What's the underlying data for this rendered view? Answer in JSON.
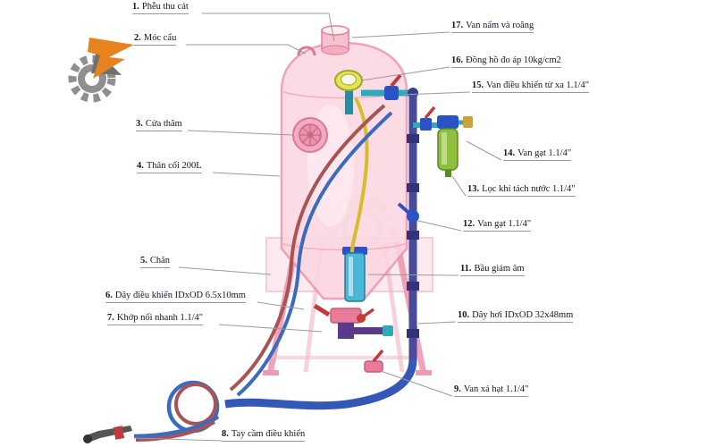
{
  "diagram": {
    "title": "Sandblasting machine parts diagram",
    "labels": [
      {
        "num": "1.",
        "text": "Phễu thu cát"
      },
      {
        "num": "2.",
        "text": "Móc cẩu"
      },
      {
        "num": "3.",
        "text": "Cửa thăm"
      },
      {
        "num": "4.",
        "text": "Thân cối 200L"
      },
      {
        "num": "5.",
        "text": "Chân"
      },
      {
        "num": "6.",
        "text": "Dây điều khiển IDxOD 6.5x10mm"
      },
      {
        "num": "7.",
        "text": "Khớp nối nhanh 1.1/4\""
      },
      {
        "num": "8.",
        "text": "Tay cầm điều khiển"
      },
      {
        "num": "9.",
        "text": "Van xả hạt 1.1/4\""
      },
      {
        "num": "10.",
        "text": "Dây hơi IDxOD 32x48mm"
      },
      {
        "num": "11.",
        "text": "Bầu giảm âm"
      },
      {
        "num": "12.",
        "text": "Van gạt 1.1/4\""
      },
      {
        "num": "13.",
        "text": "Lọc khí tách nước 1.1/4\""
      },
      {
        "num": "14.",
        "text": "Van gạt 1.1/4\""
      },
      {
        "num": "15.",
        "text": "Van điều khiển từ xa 1.1/4\""
      },
      {
        "num": "16.",
        "text": "Đồng hồ đo áp 10kg/cm2"
      },
      {
        "num": "17.",
        "text": "Van nấm và roăng"
      }
    ],
    "icons": {
      "logo": "gear-logo",
      "watermark": "gear-watermark"
    },
    "colors": {
      "tank_pink": "#fbd7e1",
      "tank_stroke": "#ef91ad",
      "valve_blue": "#2c52c8",
      "pipe_teal": "#2fa8bc",
      "pipe_purple": "#4a4a9a",
      "filter_green": "#8fbf3f",
      "gauge_yellow": "#e9e44e",
      "hose_red": "#a85454",
      "hose_blue": "#3a6bbf",
      "hose_yellow": "#d8bc2e",
      "handle_red": "#c23b3b",
      "leader_gray": "#9a9a9a",
      "logo_orange": "#e8821e"
    }
  }
}
